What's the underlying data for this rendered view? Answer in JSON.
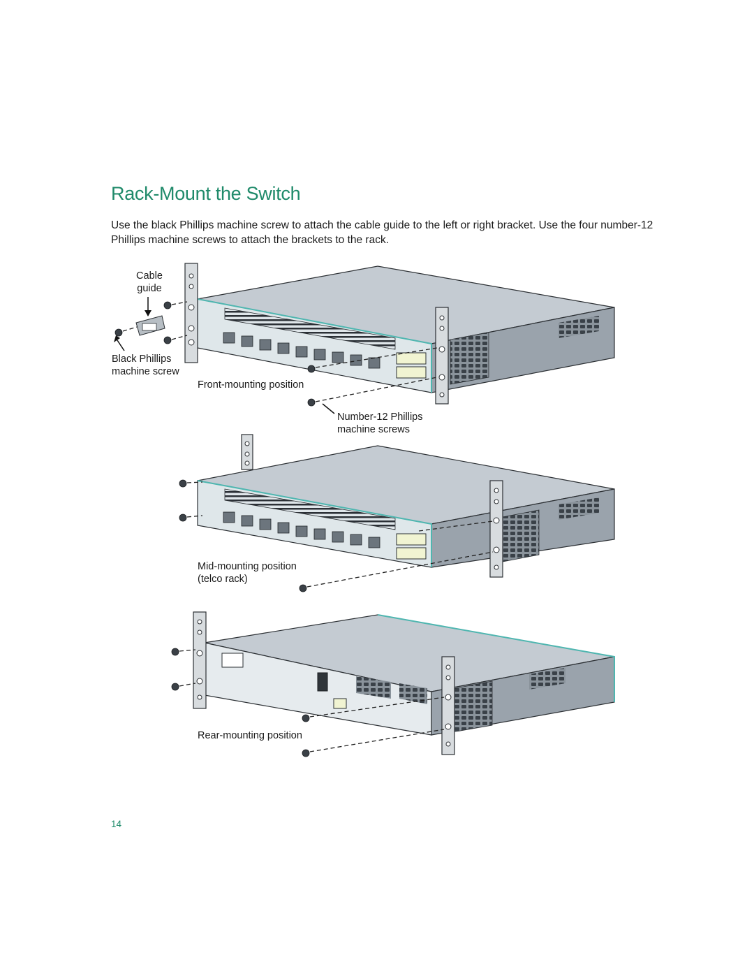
{
  "heading": "Rack-Mount the Switch",
  "intro": "Use the black Phillips machine screw to attach the cable guide to the left or right bracket. Use the four number-12 Phillips machine screws to attach the brackets to the rack.",
  "callouts": {
    "cable_guide_line1": "Cable",
    "cable_guide_line2": "guide",
    "black_screw_line1": "Black Phillips",
    "black_screw_line2": "machine screw",
    "front_position": "Front-mounting position",
    "number12_line1": "Number-12 Phillips",
    "number12_line2": "machine screws",
    "mid_position_line1": "Mid-mounting position",
    "mid_position_line2": "(telco rack)",
    "rear_position": "Rear-mounting position"
  },
  "page_number": "14",
  "colors": {
    "heading": "#1f8a6a",
    "chassis_top": "#c4cbd2",
    "chassis_side": "#9aa3ac",
    "teal_trim": "#4fb6b0"
  }
}
